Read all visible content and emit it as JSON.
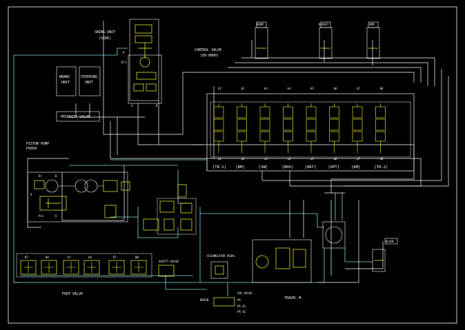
{
  "colors": {
    "background": "#000000",
    "border": "#ffffff",
    "hydraulic_line_white": "#ffffff",
    "hydraulic_line_cyan": "#7fe0e0",
    "component_yellow": "#ffff33",
    "text": "#ffffff"
  },
  "labels": {
    "swing_unit": "SWING UNIT",
    "swing_unit_sub": "(SIDE)",
    "control_valve": "CONTROL VALVE",
    "control_valve_sub": "(E8-0800)",
    "brake_unit_1": "BRAKE",
    "brake_unit_2": "UNIT",
    "steering_unit_1": "STEERING",
    "steering_unit_2": "UNIT",
    "priority_valve": "PRIORITY VALVE",
    "piston_pump": "PISTON PUMP",
    "piston_pump_sub": "PV058",
    "foot_valve": "FOOT VALVE",
    "safety_valve": "SAFETY VALVE",
    "accumulator_pedal": "ACCUMULATOR PEDAL",
    "sol_valve": "SOL VALVE",
    "travel_m": "TRAVEL M.",
    "boom": "BOOM",
    "bucket": "BUCKET",
    "arm": "ARM",
    "blade": "BLADE"
  },
  "valve_sections": [
    "[TR-1]",
    "[BM]",
    "[SW]",
    "[BOO]",
    "[BKT]",
    "[OPT]",
    "[AM]",
    "[TR-2]"
  ],
  "valve_top_ports": [
    "b1",
    "b2",
    "b3",
    "b4",
    "b5",
    "b6",
    "b7",
    "b8"
  ],
  "valve_bottom_ports": [
    "a1",
    "a2",
    "a3",
    "a4",
    "a5",
    "a6",
    "a7",
    "a8"
  ],
  "foot_valve_ports": [
    "B7",
    "B4",
    "A7",
    "A4",
    "B7",
    "B0"
  ],
  "pump_port_labels": [
    "Dr",
    "D",
    "P",
    "Psv",
    "Q"
  ],
  "swing_port_labels": [
    "P",
    "Dr1",
    "A",
    "B"
  ],
  "sol_valve_ports": [
    "DRAIN",
    "PA",
    "PA A1",
    "PA A2"
  ]
}
